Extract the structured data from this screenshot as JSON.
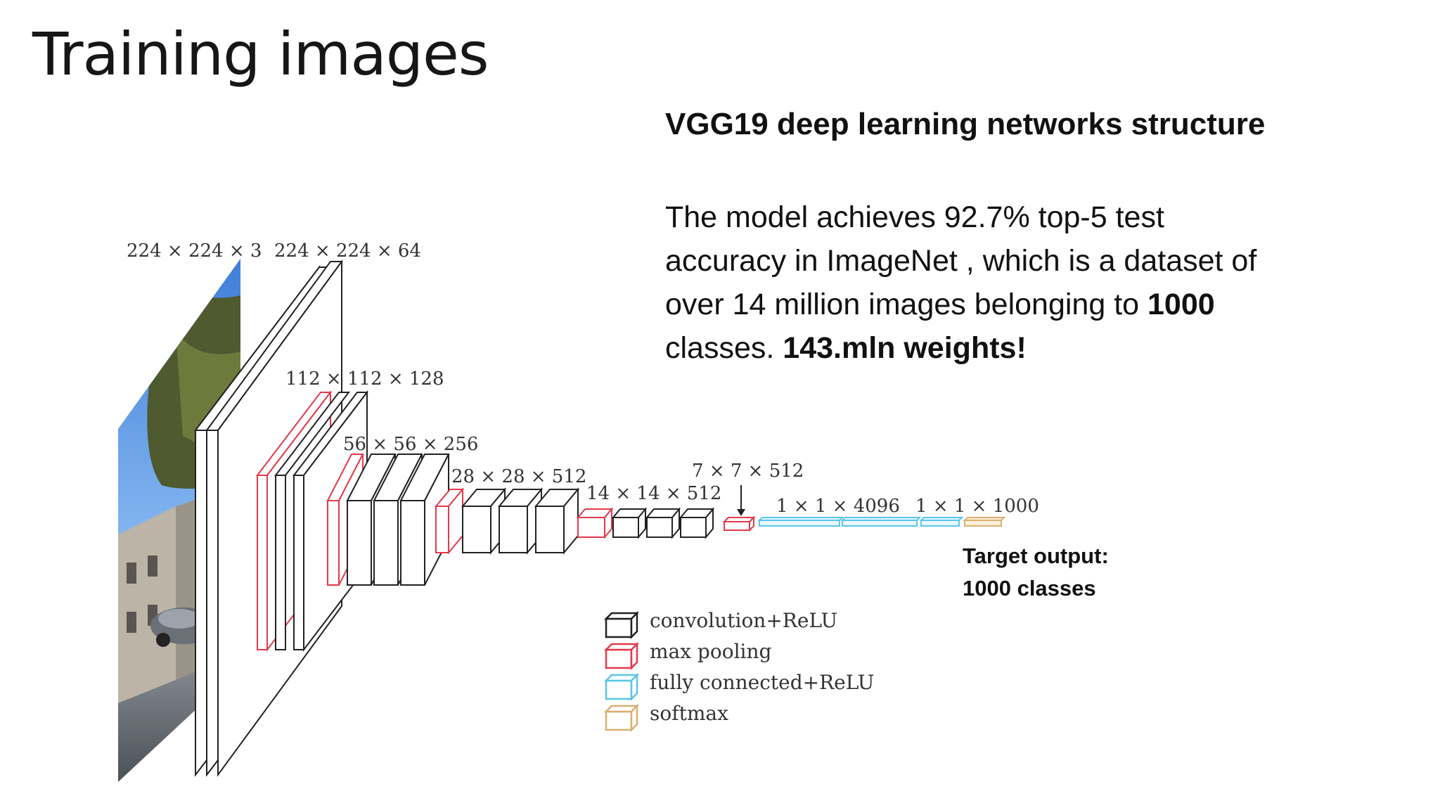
{
  "slide": {
    "title": "Training images",
    "subtitle": "VGG19 deep learning networks structure",
    "description": {
      "line1": "The model achieves 92.7% top-5 test",
      "line2": "accuracy in ImageNet  , which is a dataset of",
      "line3_pre": "over 14 million images belonging to ",
      "line3_bold": "1000",
      "line4_pre": "classes.  ",
      "line4_bold": "143.mln weights!"
    },
    "target_output": {
      "line1": "Target output:",
      "line2": "1000 classes"
    }
  },
  "diagram": {
    "dimensions": {
      "input": "224 × 224 × 3",
      "conv1": "224 × 224 × 64",
      "conv2": "112 × 112 × 128",
      "conv3": "56 × 56 × 256",
      "conv4": "28 × 28 × 512",
      "conv5": "14 × 14 × 512",
      "pool5": "7 × 7 × 512",
      "fc": "1 × 1 × 4096",
      "softmax": "1 × 1 × 1000"
    },
    "legend": [
      {
        "label": "convolution+ReLU",
        "color": "#222222"
      },
      {
        "label": "max  pooling",
        "color": "#e23a4a"
      },
      {
        "label": "fully  connected+ReLU",
        "color": "#5bc6e8"
      },
      {
        "label": "softmax",
        "color": "#d9b070"
      }
    ],
    "colors": {
      "conv": "#222222",
      "pool": "#e23a4a",
      "fc": "#5bc6e8",
      "softmax": "#d9b070"
    }
  }
}
